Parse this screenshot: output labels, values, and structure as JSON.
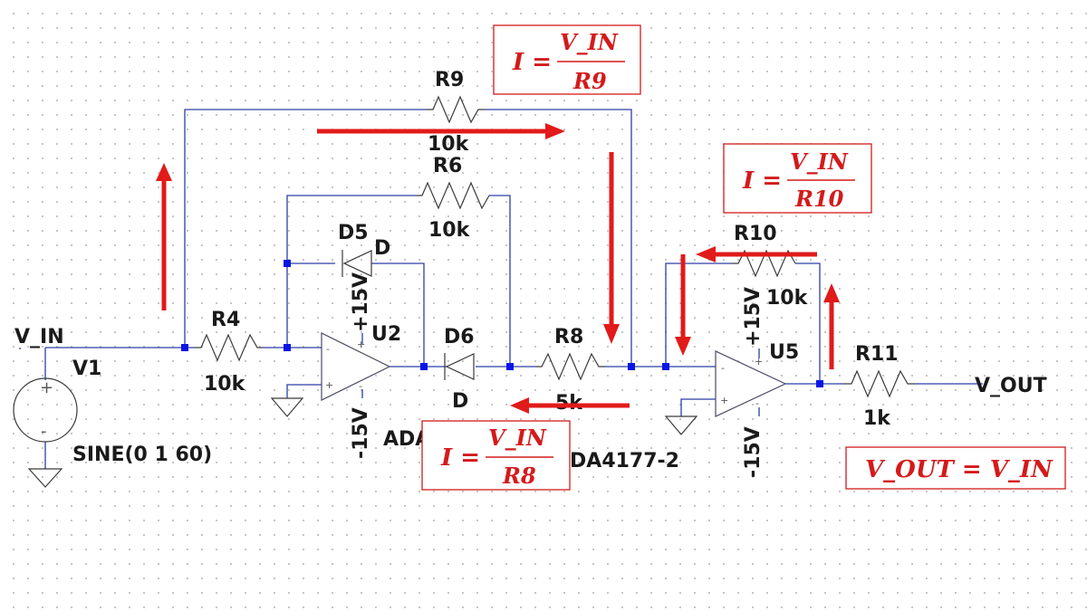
{
  "nets": {
    "input": "V_IN",
    "output": "V_OUT"
  },
  "components": {
    "r9": {
      "ref": "R9",
      "value": "10k"
    },
    "r6": {
      "ref": "R6",
      "value": "10k"
    },
    "r4": {
      "ref": "R4",
      "value": "10k"
    },
    "r8": {
      "ref": "R8",
      "value": "5k"
    },
    "r10": {
      "ref": "R10",
      "value": "10k"
    },
    "r11": {
      "ref": "R11",
      "value": "1k"
    },
    "d5": {
      "ref": "D5",
      "value": "D"
    },
    "d6": {
      "ref": "D6",
      "value": "D"
    },
    "v1": {
      "ref": "V1",
      "value": "SINE(0 1 60)"
    },
    "u2": {
      "ref": "U2",
      "model": "ADA4177-2"
    },
    "u5": {
      "ref": "U5",
      "model": "ADA4177-2"
    }
  },
  "supplies": {
    "pos": "+15V",
    "neg": "-15V"
  },
  "pins": {
    "plus": "+",
    "minus": "-"
  },
  "formulas": {
    "r9": {
      "lhs": "I =",
      "num": "V_IN",
      "den": "R9"
    },
    "r10": {
      "lhs": "I =",
      "num": "V_IN",
      "den": "R10"
    },
    "r8": {
      "lhs": "I =",
      "num": "V_IN",
      "den": "R8"
    },
    "out": {
      "text": "V_OUT = V_IN"
    }
  },
  "colors": {
    "wire": "#2b3fa8",
    "node": "#0a14e6",
    "annotation": "#e11a1a"
  }
}
